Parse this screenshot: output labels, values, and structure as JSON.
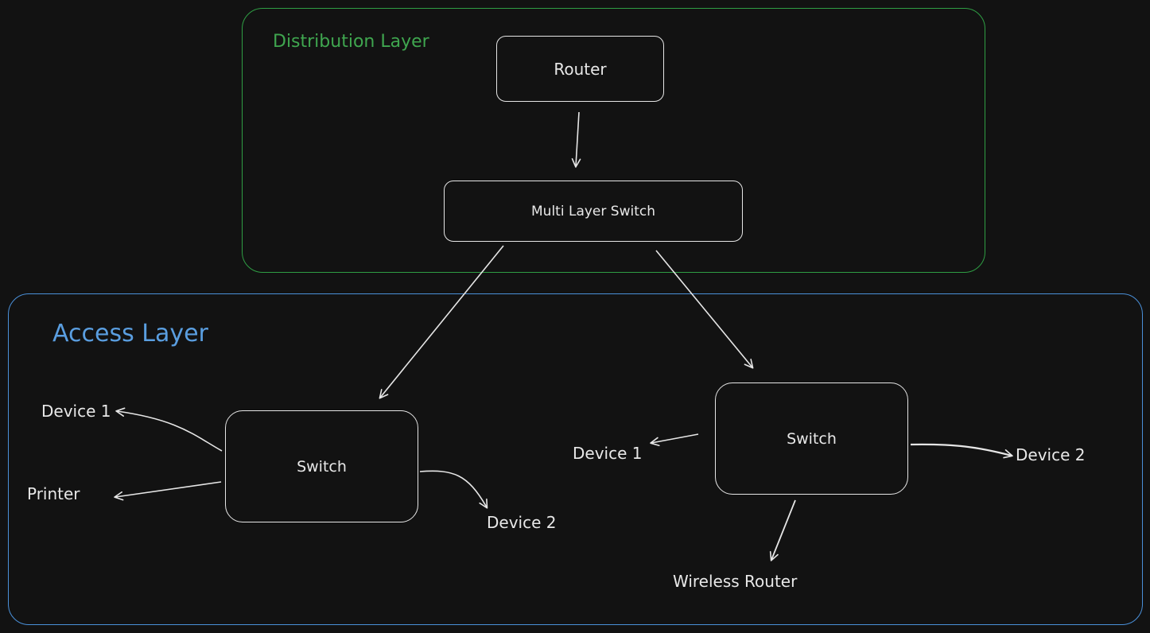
{
  "groups": {
    "distribution": {
      "title": "Distribution Layer",
      "color": "#2f9e44"
    },
    "access": {
      "title": "Access Layer",
      "color": "#4a90d9"
    }
  },
  "nodes": {
    "router": "Router",
    "multi_layer_switch": "Multi Layer Switch",
    "switch_left": "Switch",
    "switch_right": "Switch"
  },
  "endpoints": {
    "left": {
      "device1": "Device 1",
      "printer": "Printer",
      "device2": "Device 2"
    },
    "right": {
      "device1": "Device 1",
      "device2": "Device 2",
      "wireless_router": "Wireless Router"
    }
  },
  "edges": [
    {
      "from": "router",
      "to": "multi_layer_switch"
    },
    {
      "from": "multi_layer_switch",
      "to": "switch_left"
    },
    {
      "from": "multi_layer_switch",
      "to": "switch_right"
    },
    {
      "from": "switch_left",
      "to": "left.device1"
    },
    {
      "from": "switch_left",
      "to": "left.printer"
    },
    {
      "from": "switch_left",
      "to": "left.device2"
    },
    {
      "from": "switch_right",
      "to": "right.device1"
    },
    {
      "from": "switch_right",
      "to": "right.device2"
    },
    {
      "from": "switch_right",
      "to": "right.wireless_router"
    }
  ],
  "colors": {
    "background": "#121212",
    "stroke": "#e6e6e6",
    "text": "#e8e8e8"
  }
}
